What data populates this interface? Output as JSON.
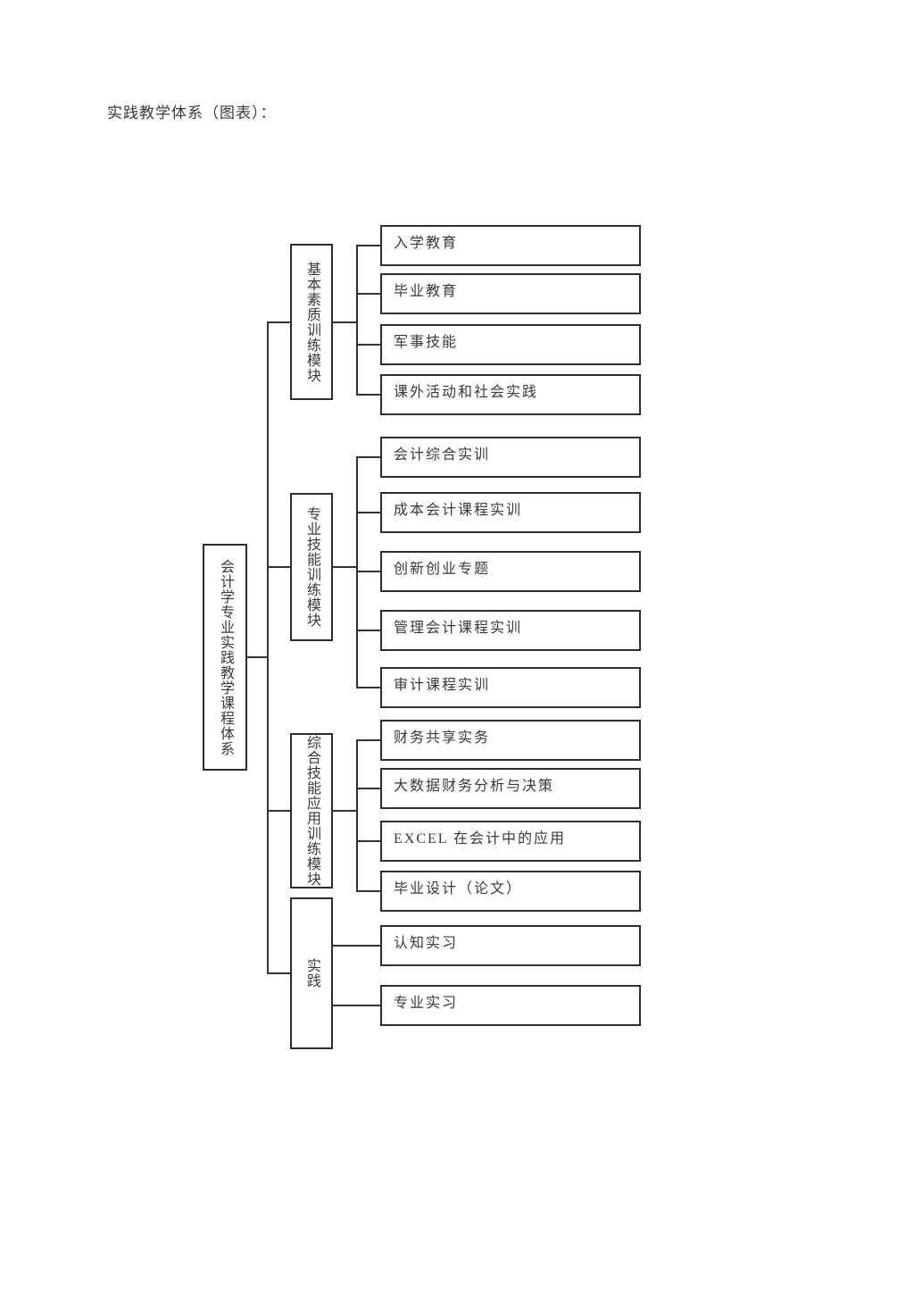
{
  "page": {
    "title": "实践教学体系（图表）："
  },
  "diagram": {
    "root": {
      "label": "会计学专业实践教学课程体系"
    },
    "modules": [
      {
        "label": "基本素质训练模块",
        "children": [
          "入学教育",
          "毕业教育",
          "军事技能",
          "课外活动和社会实践"
        ]
      },
      {
        "label": "专业技能训练模块",
        "children": [
          "会计综合实训",
          "成本会计课程实训",
          "创新创业专题",
          "管理会计课程实训",
          "审计课程实训"
        ]
      },
      {
        "label": "综合技能应用训练模块",
        "children": [
          "财务共享实务",
          "大数据财务分析与决策",
          "EXCEL 在会计中的应用",
          "毕业设计（论文）"
        ]
      },
      {
        "label": "实践",
        "children": [
          "认知实习",
          "专业实习"
        ]
      }
    ],
    "colors": {
      "line": "#333333",
      "box_border": "#2e2e2e",
      "text": "#3a3a3a",
      "paper": "#ffffff"
    }
  }
}
